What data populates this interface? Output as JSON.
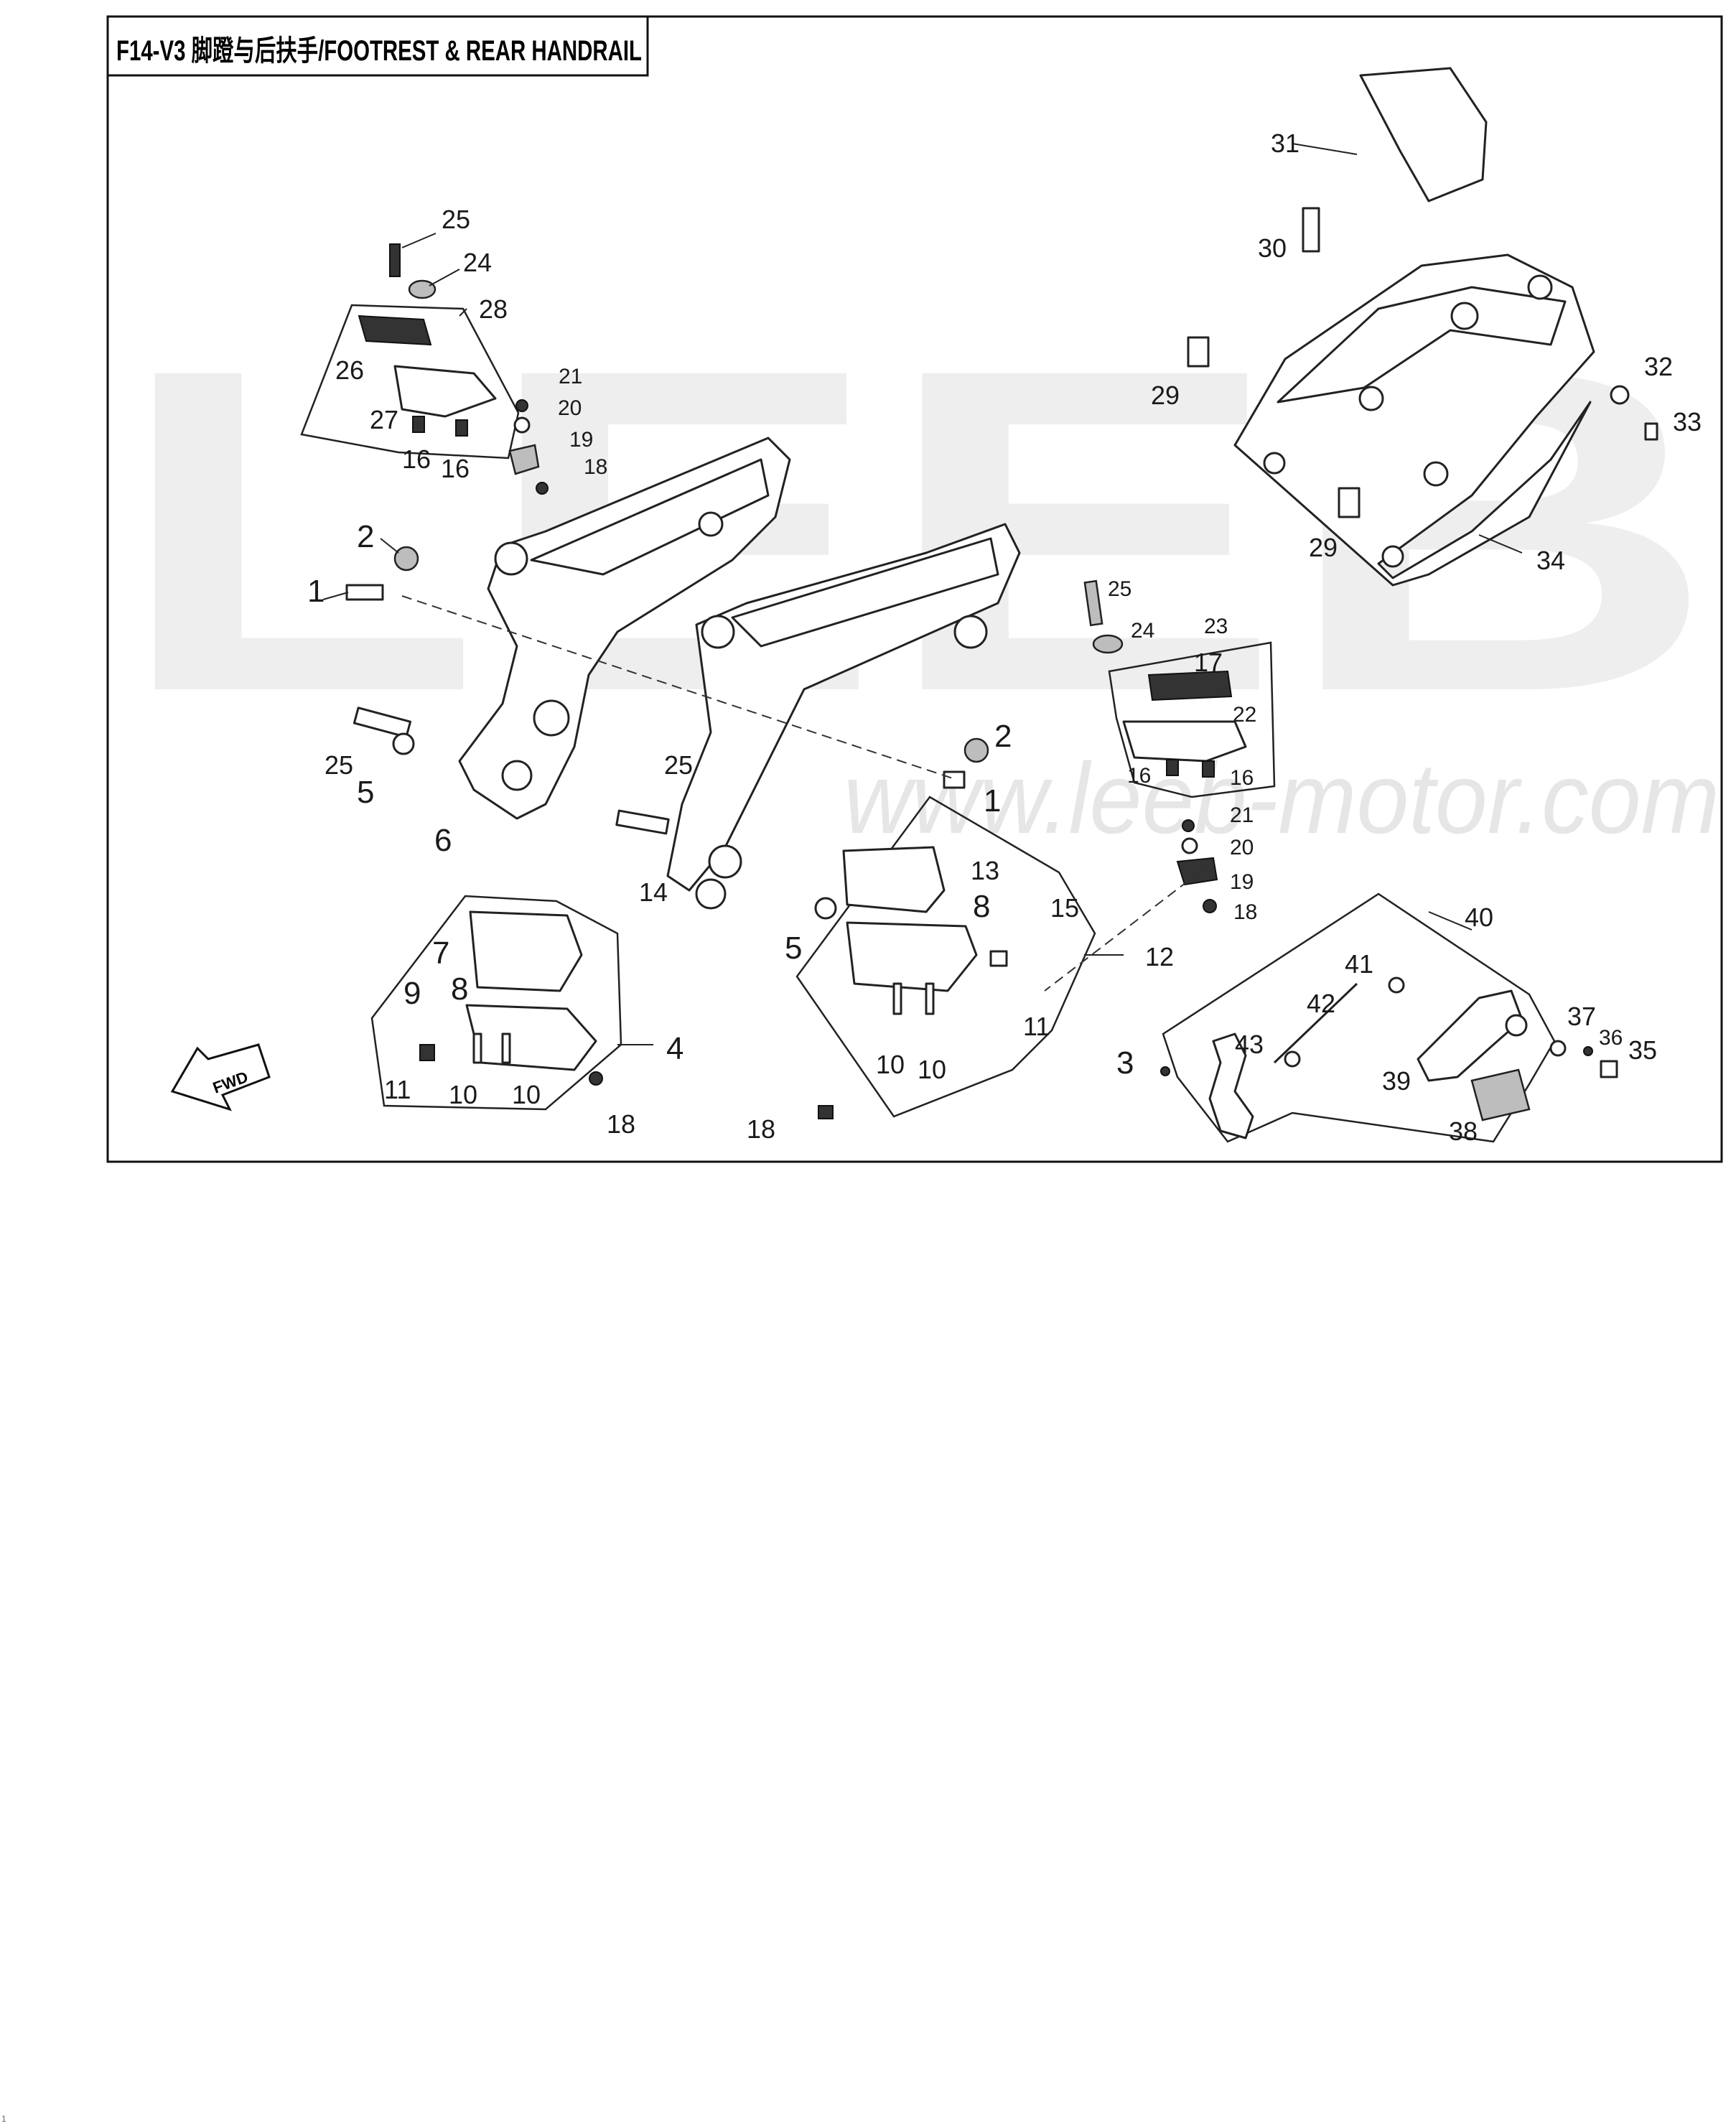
{
  "title": "F14-V3 脚蹬与后扶手/FOOTREST & REAR HANDRAIL",
  "watermark": {
    "brand": "LEEB",
    "url": "www.leeb-motor.com"
  },
  "page_marker": "1",
  "fwd_label": "FWD",
  "callouts": {
    "c25a": "25",
    "c24a": "24",
    "c28": "28",
    "c26": "26",
    "c21a": "21",
    "c20a": "20",
    "c27": "27",
    "c19a": "19",
    "c16a": "16",
    "c16b": "16",
    "c18a": "18",
    "c2a": "2",
    "c1a": "1",
    "c25b": "25",
    "c5a": "5",
    "c6": "6",
    "c7": "7",
    "c9": "9",
    "c8a": "8",
    "c4": "4",
    "c11a": "11",
    "c10a": "10",
    "c10b": "10",
    "c18b": "18",
    "c25c": "25",
    "c14": "14",
    "c2b": "2",
    "c1b": "1",
    "c13": "13",
    "c8b": "8",
    "c15": "15",
    "c5b": "5",
    "c12": "12",
    "c11b": "11",
    "c10c": "10",
    "c10d": "10",
    "c18c": "18",
    "c31": "31",
    "c30": "30",
    "c29a": "29",
    "c29b": "29",
    "c32": "32",
    "c33": "33",
    "c34": "34",
    "c25d": "25",
    "c24b": "24",
    "c23": "23",
    "c17": "17",
    "c22": "22",
    "c16c": "16",
    "c16d": "16",
    "c21b": "21",
    "c20b": "20",
    "c19b": "19",
    "c18d": "18",
    "c40": "40",
    "c41": "41",
    "c42": "42",
    "c37": "37",
    "c36": "36",
    "c35": "35",
    "c3": "3",
    "c43": "43",
    "c39": "39",
    "c38": "38"
  }
}
